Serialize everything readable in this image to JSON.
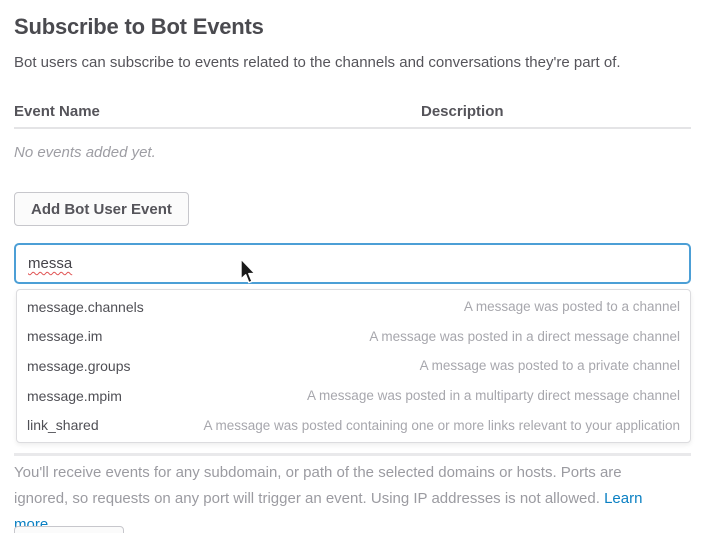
{
  "section": {
    "title": "Subscribe to Bot Events",
    "description": "Bot users can subscribe to events related to the channels and conversations they're part of."
  },
  "events_table": {
    "columns": [
      "Event Name",
      "Description"
    ],
    "empty_message": "No events added yet."
  },
  "actions": {
    "add_bot_user_event": "Add Bot User Event"
  },
  "event_search": {
    "value": "messa",
    "suggestions": [
      {
        "name": "message.channels",
        "description": "A message was posted to a channel"
      },
      {
        "name": "message.im",
        "description": "A message was posted in a direct message channel"
      },
      {
        "name": "message.groups",
        "description": "A message was posted to a private channel"
      },
      {
        "name": "message.mpim",
        "description": "A message was posted in a multiparty direct message channel"
      },
      {
        "name": "link_shared",
        "description": "A message was posted containing one or more links relevant to your application"
      }
    ]
  },
  "footer": {
    "text": "You'll receive events for any subdomain, or path of the selected domains or hosts. Ports are ignored, so requests on any port will trigger an event. Using IP addresses is not allowed.",
    "link_label": "Learn more."
  },
  "colors": {
    "accent_input_border": "#4c9fd6",
    "link_blue": "#0b80c3",
    "text_dark": "#55545a",
    "text_muted": "#9b9ba1",
    "suggestion_desc_gray": "#a7a7ad",
    "button_border": "#c7c7cc",
    "spellcheck_red": "#e05252"
  }
}
